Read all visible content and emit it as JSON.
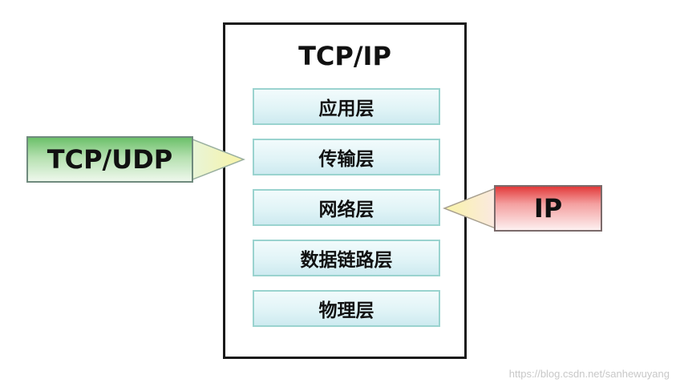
{
  "diagram": {
    "title": "TCP/IP",
    "layers": [
      {
        "label": "应用层"
      },
      {
        "label": "传输层"
      },
      {
        "label": "网络层"
      },
      {
        "label": "数据链路层"
      },
      {
        "label": "物理层"
      }
    ],
    "callouts": {
      "left": {
        "label": "TCP/UDP",
        "points_to": "传输层",
        "color": "#6cc06a"
      },
      "right": {
        "label": "IP",
        "points_to": "网络层",
        "color": "#e23a3a"
      }
    }
  },
  "watermark": "https://blog.csdn.net/sanhewuyang"
}
